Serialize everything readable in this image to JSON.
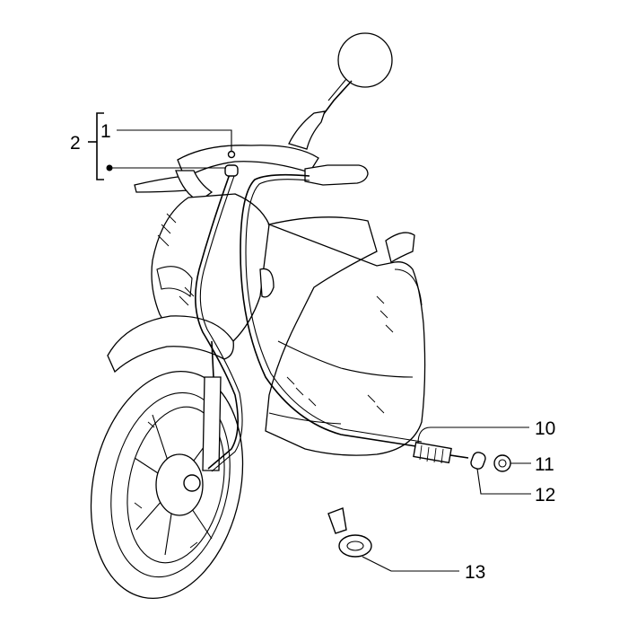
{
  "callouts": {
    "c1": "1",
    "c2": "2",
    "c10": "10",
    "c11": "11",
    "c12": "12",
    "c13": "13"
  }
}
